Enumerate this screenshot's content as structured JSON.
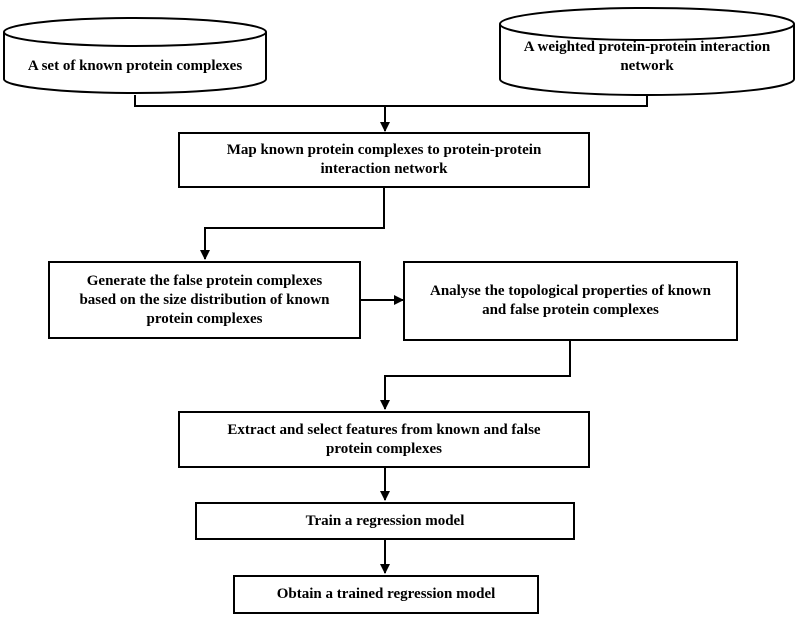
{
  "diagram": {
    "sources": {
      "known_complexes": "A set of known protein complexes",
      "ppi_network": "A weighted protein-protein interaction\nnetwork"
    },
    "steps": {
      "map": "Map known protein complexes to protein-protein\ninteraction network",
      "generate_false": "Generate the false protein complexes\nbased on the size distribution  of known\nprotein complexes",
      "analyse": "Analyse the topological properties of known\nand false protein complexes",
      "extract": "Extract and select features from known and false\nprotein complexes",
      "train": "Train a regression model",
      "obtain": "Obtain a trained regression model"
    },
    "colors": {
      "stroke": "#000000",
      "background": "#ffffff",
      "text": "#000000"
    }
  }
}
